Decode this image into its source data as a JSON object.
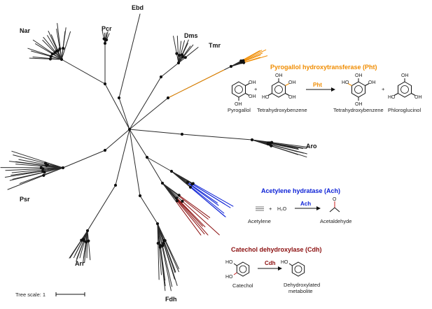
{
  "colors": {
    "branch": "#2a2a2a",
    "node": "#111111",
    "pht": "#f08c00",
    "ach": "#0a1fd6",
    "cdh": "#8b0e0e",
    "substituent_red": "#c81e1e"
  },
  "clades": [
    {
      "id": "nar",
      "label": "Nar"
    },
    {
      "id": "pcr",
      "label": "Pcr"
    },
    {
      "id": "ebd",
      "label": "Ebd"
    },
    {
      "id": "dms",
      "label": "Dms"
    },
    {
      "id": "tmr",
      "label": "Tmr"
    },
    {
      "id": "aro",
      "label": "Aro"
    },
    {
      "id": "psr",
      "label": "Psr"
    },
    {
      "id": "arr",
      "label": "Arr"
    },
    {
      "id": "fdh",
      "label": "Fdh"
    }
  ],
  "pht": {
    "title": "Pyrogallol hydroxytransferase (Pht)",
    "enzyme": "Pht",
    "plus": "+",
    "substrate1": "Pyrogallol",
    "substrate2": "Tetrahydroxybenzene",
    "product1": "Tetrahydroxybenzene",
    "product2": "Phloroglucinol"
  },
  "ach": {
    "title": "Acetylene hydratase (Ach)",
    "enzyme": "Ach",
    "plus": "+",
    "water": "H₂O",
    "substrate": "Acetylene",
    "product": "Acetaldehyde"
  },
  "cdh": {
    "title": "Catechol dehydroxylase (Cdh)",
    "enzyme": "Cdh",
    "substrate": "Catechol",
    "product_line1": "Dehydroxylated",
    "product_line2": "metabolite"
  },
  "scale": {
    "label": "Tree scale: 1"
  }
}
